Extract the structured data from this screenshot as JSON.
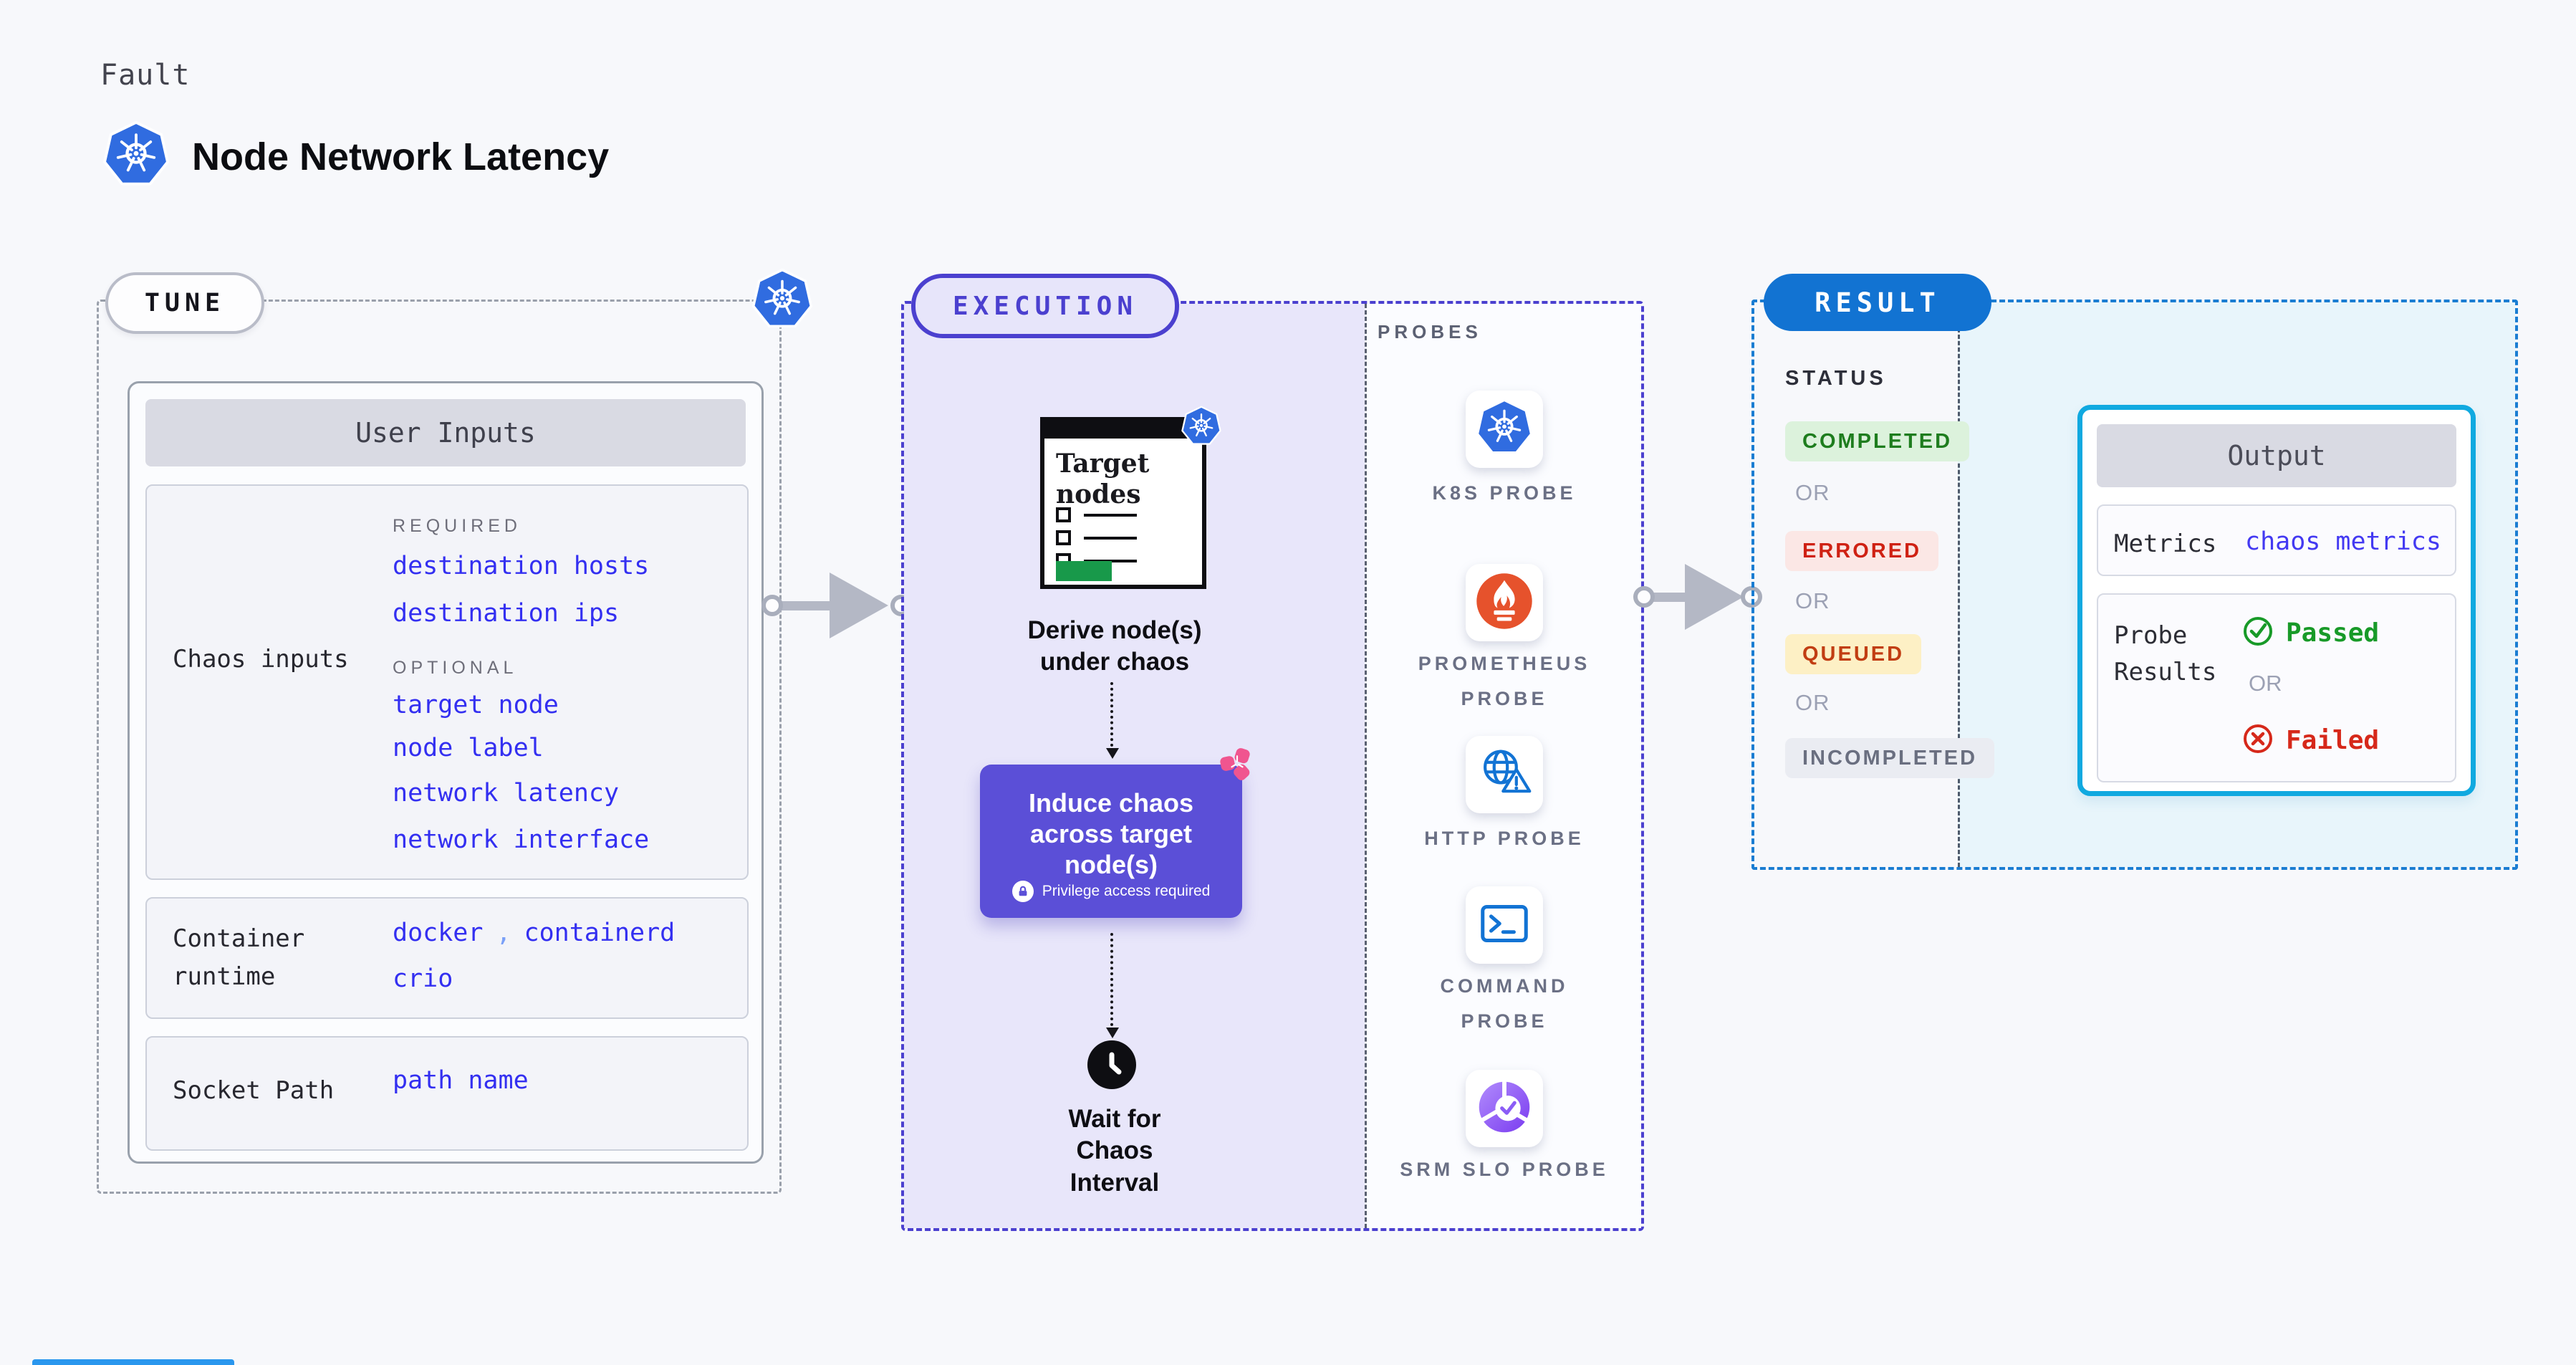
{
  "header": {
    "kicker": "Fault",
    "title": "Node Network Latency"
  },
  "tune": {
    "badge": "TUNE",
    "user_inputs_title": "User Inputs",
    "chaos": {
      "label": "Chaos inputs",
      "required_label": "REQUIRED",
      "required": [
        "destination hosts",
        "destination ips"
      ],
      "optional_label": "OPTIONAL",
      "optional": [
        "target node",
        "node label",
        "network latency",
        "network interface"
      ]
    },
    "runtime": {
      "label": "Container runtime",
      "values": [
        "docker",
        "containerd",
        "crio"
      ],
      "separator": ","
    },
    "socket": {
      "label": "Socket Path",
      "value": "path name"
    }
  },
  "execution": {
    "badge": "EXECUTION",
    "figure_title": "Target nodes",
    "step_derive": "Derive node(s) under chaos",
    "step_induce": "Induce chaos across target node(s)",
    "privilege_note": "Privilege access required",
    "step_wait": "Wait for Chaos Interval"
  },
  "probes": {
    "title": "PROBES",
    "items": [
      {
        "label": "K8S PROBE",
        "icon": "kubernetes-icon"
      },
      {
        "label": "PROMETHEUS PROBE",
        "icon": "prometheus-icon"
      },
      {
        "label": "HTTP PROBE",
        "icon": "http-globe-warning-icon"
      },
      {
        "label": "COMMAND PROBE",
        "icon": "terminal-icon"
      },
      {
        "label": "SRM SLO PROBE",
        "icon": "slo-gauge-icon"
      }
    ]
  },
  "result": {
    "badge": "RESULT",
    "status_label": "STATUS",
    "or_label": "OR",
    "statuses": [
      {
        "label": "COMPLETED",
        "bg": "#dcf2dc",
        "color": "#1e7d1e"
      },
      {
        "label": "ERRORED",
        "bg": "#fbe7e5",
        "color": "#cf2113"
      },
      {
        "label": "QUEUED",
        "bg": "#fdf0c5",
        "color": "#c13d12"
      },
      {
        "label": "INCOMPLETED",
        "bg": "#eaecf2",
        "color": "#6a6f80"
      }
    ],
    "output": {
      "title": "Output",
      "metrics_label": "Metrics",
      "metrics_value": "chaos metrics",
      "probe_results_label": "Probe Results",
      "passed_label": "Passed",
      "or_label": "OR",
      "failed_label": "Failed"
    }
  },
  "colors": {
    "page_bg": "#f7f8fb",
    "kubernetes_blue": "#306ce0",
    "tune_dash": "#9aa0ab",
    "execution_indigo": "#4b40cf",
    "execution_fill": "#e8e6fa",
    "induce_box": "#5b4fd7",
    "litmus_pink": "#f0558f",
    "prometheus_orange": "#e6522c",
    "probe_blue": "#1273d4",
    "result_blue_dash": "#1a7dd2",
    "result_badge": "#1273d2",
    "result_fill": "#e8f5fb",
    "output_border": "#10a9e0",
    "value_blue": "#332ff1",
    "passed_green": "#189a28",
    "failed_red": "#d6281a",
    "target_green": "#18994a"
  }
}
